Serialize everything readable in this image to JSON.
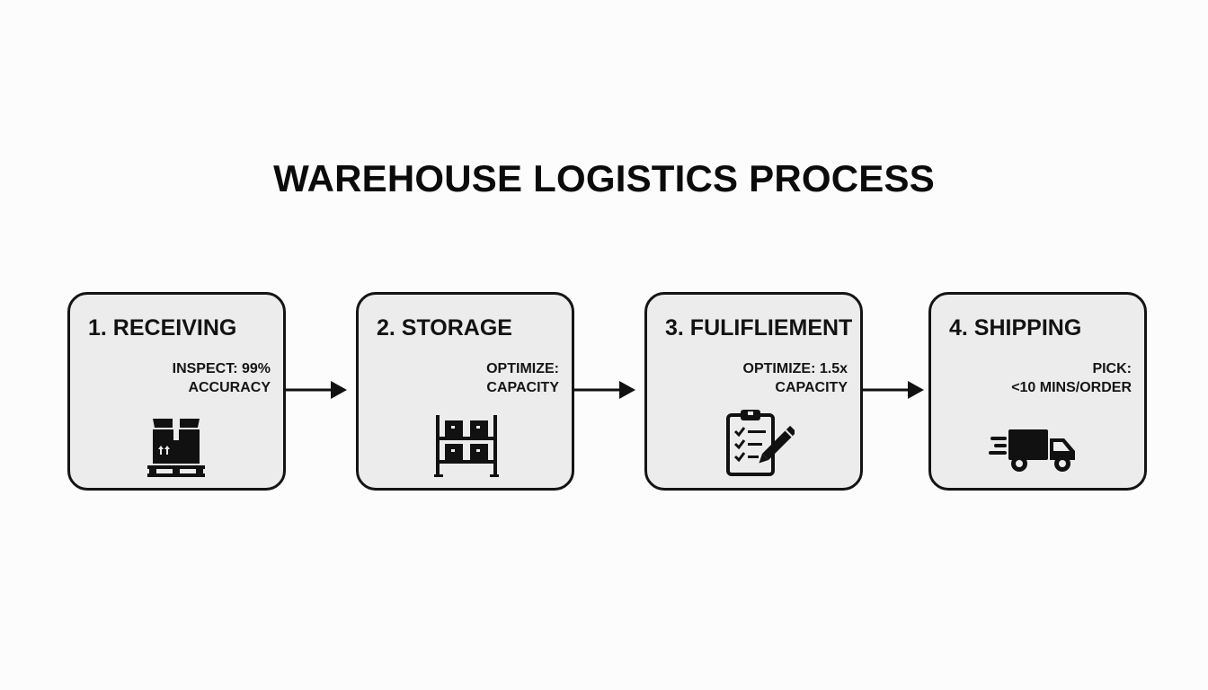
{
  "title": "WAREHOUSE LOGISTICS PROCESS",
  "steps": [
    {
      "label": "1. RECEIVING",
      "metric_lines": [
        "INSPECT: 99%",
        "ACCURACY"
      ],
      "icon": "pallet-box-icon"
    },
    {
      "label": "2. STORAGE",
      "metric_lines": [
        "OPTIMIZE:",
        "CAPACITY"
      ],
      "icon": "shelving-rack-icon"
    },
    {
      "label": "3. FULIFLIEMENT",
      "metric_lines": [
        "OPTIMIZE: 1.5x",
        "CAPACITY"
      ],
      "icon": "clipboard-checklist-icon"
    },
    {
      "label": "4. SHIPPING",
      "metric_lines": [
        "PICK:",
        "<10 MINS/ORDER"
      ],
      "icon": "delivery-truck-icon"
    }
  ],
  "colors": {
    "box_fill": "#ececec",
    "box_border": "#141414",
    "text": "#111111",
    "background": "#fcfcfc"
  }
}
